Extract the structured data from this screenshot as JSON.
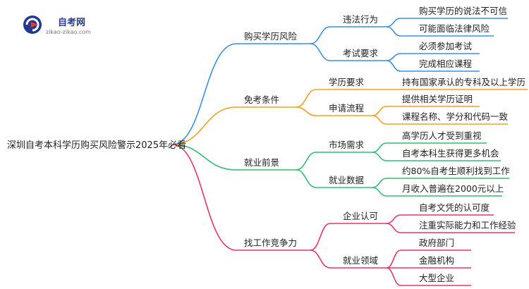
{
  "logo": {
    "title": "自考网",
    "url": "zikao-zikao.com"
  },
  "colors": {
    "blue": "#3a8ee6",
    "orange": "#f0a020",
    "green": "#2fbf71",
    "pink": "#e8336d"
  },
  "mindmap": {
    "root": "深圳自考本科学历购买风险警示2025年必看",
    "branches": [
      {
        "label": "购买学历风险",
        "color": "blue",
        "children": [
          {
            "label": "违法行为",
            "leaves": [
              "购买学历的说法不可信",
              "可能面临法律风险"
            ]
          },
          {
            "label": "考试要求",
            "leaves": [
              "必须参加考试",
              "完成相应课程"
            ]
          }
        ]
      },
      {
        "label": "免考条件",
        "color": "orange",
        "children": [
          {
            "label": "学历要求",
            "leaves": [
              "持有国家承认的专科及以上学历"
            ]
          },
          {
            "label": "申请流程",
            "leaves": [
              "提供相关学历证明",
              "课程名称、学分和代码一致"
            ]
          }
        ]
      },
      {
        "label": "就业前景",
        "color": "green",
        "children": [
          {
            "label": "市场需求",
            "leaves": [
              "高学历人才受到重视",
              "自考本科生获得更多机会"
            ]
          },
          {
            "label": "就业数据",
            "leaves": [
              "约80%自考生顺利找到工作",
              "月收入普遍在2000元以上"
            ]
          }
        ]
      },
      {
        "label": "找工作竞争力",
        "color": "pink",
        "children": [
          {
            "label": "企业认可",
            "leaves": [
              "自考文凭的认可度",
              "注重实际能力和工作经验"
            ]
          },
          {
            "label": "就业领域",
            "leaves": [
              "政府部门",
              "金融机构",
              "大型企业"
            ]
          }
        ]
      }
    ]
  }
}
